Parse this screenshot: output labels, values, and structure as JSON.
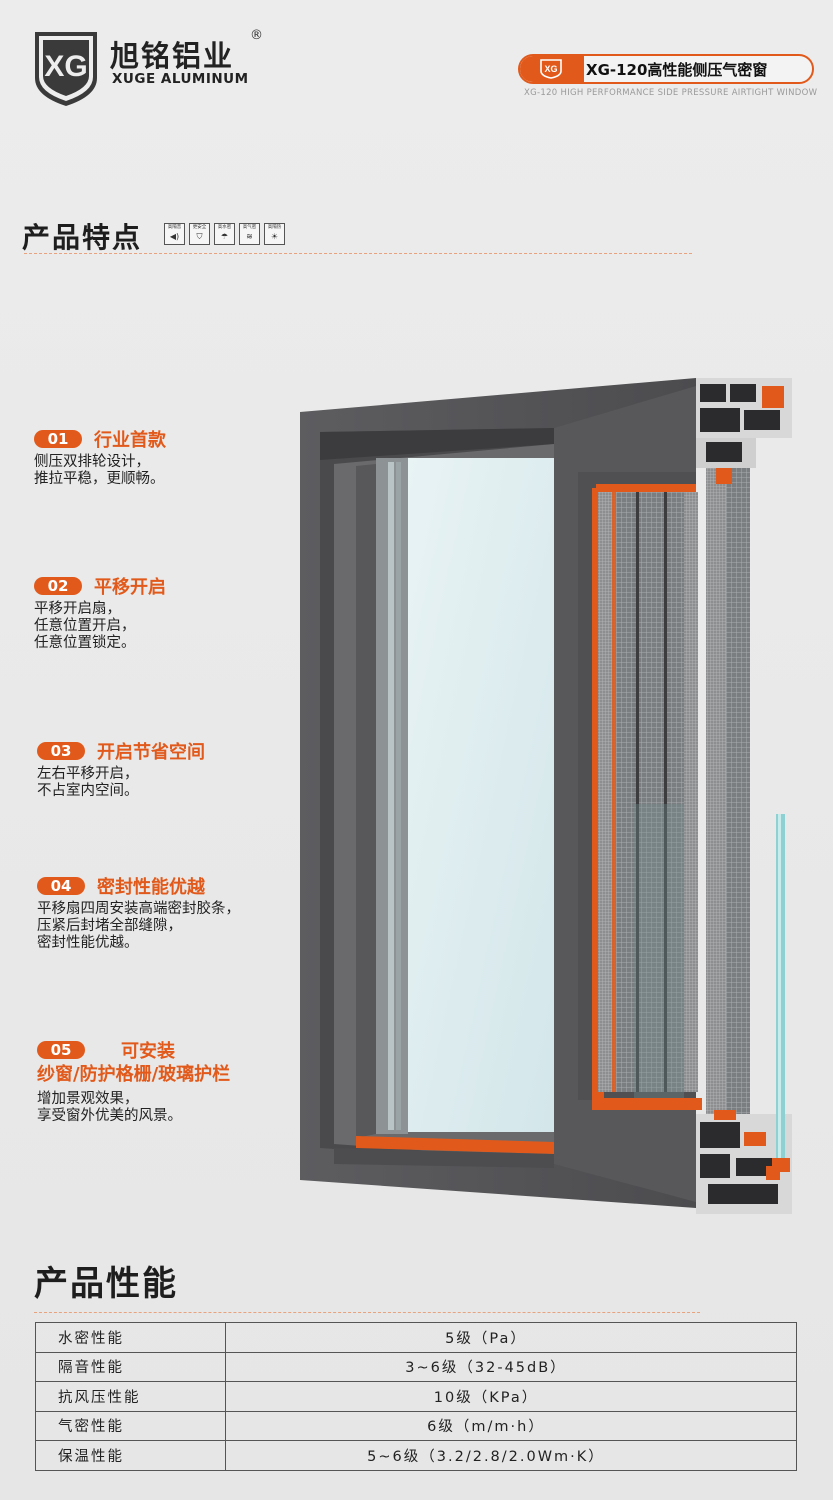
{
  "header": {
    "logo_text": "XG",
    "brand_cn": "旭铭铝业",
    "brand_reg": "®",
    "brand_en": "XUGE ALUMINUM",
    "model_title": "XG-120高性能侧压气密窗",
    "model_subtitle_en": "XG-120 HIGH PERFORMANCE SIDE PRESSURE AIRTIGHT WINDOW"
  },
  "features_section": {
    "title": "产品特点",
    "icons": [
      {
        "label": "高隔音",
        "icon": "speaker-icon"
      },
      {
        "label": "更安全",
        "icon": "shield-icon"
      },
      {
        "label": "高水密",
        "icon": "rain-icon"
      },
      {
        "label": "高气密",
        "icon": "wind-icon"
      },
      {
        "label": "高隔热",
        "icon": "sun-icon"
      }
    ],
    "items": [
      {
        "no": "01",
        "title": "行业首款",
        "lines": [
          "侧压双排轮设计，",
          "推拉平稳，更顺畅。"
        ]
      },
      {
        "no": "02",
        "title": "平移开启",
        "lines": [
          "平移开启扇，",
          "任意位置开启，",
          "任意位置锁定。"
        ]
      },
      {
        "no": "03",
        "title": "开启节省空间",
        "lines": [
          "左右平移开启，",
          "不占室内空间。"
        ]
      },
      {
        "no": "04",
        "title": "密封性能优越",
        "lines": [
          "平移扇四周安装高端密封胶条，",
          "压紧后封堵全部缝隙，",
          "密封性能优越。"
        ]
      },
      {
        "no": "05",
        "title": "可安装",
        "title2": "纱窗/防护格栅/玻璃护栏",
        "lines": [
          "增加景观效果，",
          "享受窗外优美的风景。"
        ]
      }
    ]
  },
  "performance_section": {
    "title": "产品性能",
    "rows": [
      {
        "name": "水密性能",
        "value": "5级（Pa）"
      },
      {
        "name": "隔音性能",
        "value": "3~6级（32-45dB）"
      },
      {
        "name": "抗风压性能",
        "value": "10级（KPa）"
      },
      {
        "name": "气密性能",
        "value": "6级（m/m·h）"
      },
      {
        "name": "保温性能",
        "value": "5~6级（3.2/2.8/2.0Wm·K）"
      }
    ]
  },
  "colors": {
    "accent": "#e25a1b",
    "frame": "#5a5a5c",
    "frame_dark": "#3f3f41",
    "glass": "#dfeff2",
    "background": "#e9e9e9"
  }
}
